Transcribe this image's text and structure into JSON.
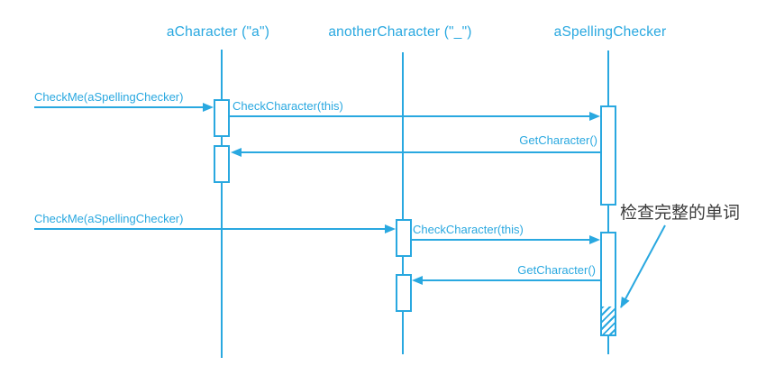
{
  "figure": {
    "type": "uml-sequence-diagram",
    "accent_color": "#29a8e0",
    "annotation_color": "#3c3c3c",
    "background_color": "#ffffff",
    "lifelines": [
      {
        "label": "aCharacter (\"a\")"
      },
      {
        "label": "anotherCharacter (\"_\")"
      },
      {
        "label": "aSpellingChecker"
      }
    ],
    "messages": [
      {
        "label": "CheckMe(aSpellingChecker)",
        "from": "caller",
        "to": "aCharacter"
      },
      {
        "label": "CheckCharacter(this)",
        "from": "aCharacter",
        "to": "aSpellingChecker"
      },
      {
        "label": "GetCharacter()",
        "from": "aSpellingChecker",
        "to": "aCharacter"
      },
      {
        "label": "CheckMe(aSpellingChecker)",
        "from": "caller",
        "to": "anotherCharacter"
      },
      {
        "label": "CheckCharacter(this)",
        "from": "anotherCharacter",
        "to": "aSpellingChecker"
      },
      {
        "label": "GetCharacter()",
        "from": "aSpellingChecker",
        "to": "anotherCharacter"
      }
    ],
    "annotation": {
      "label": "检查完整的单词",
      "points_to": "hatched-activation-segment"
    }
  }
}
